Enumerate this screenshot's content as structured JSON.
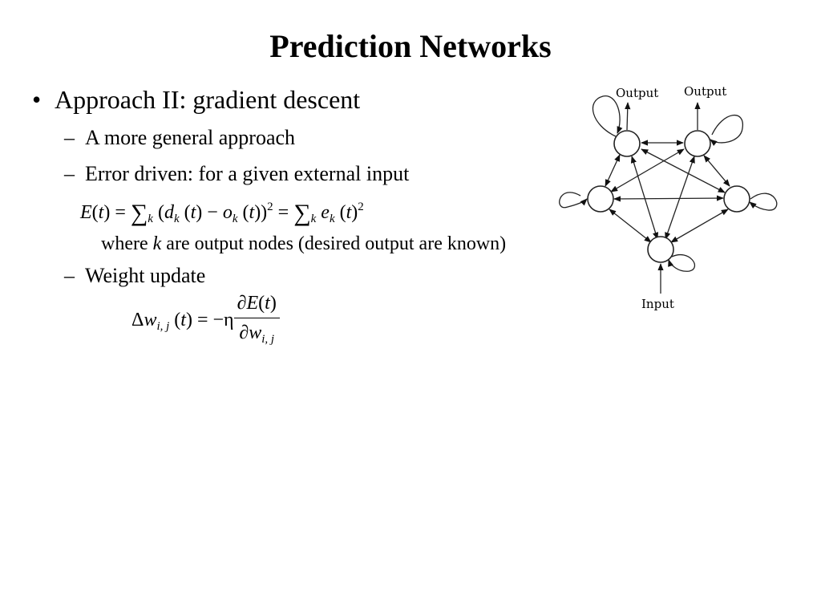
{
  "slide": {
    "title": "Prediction Networks",
    "bullet_marker": "•",
    "bullet": "Approach II: gradient descent",
    "dash": "–",
    "sub1": "A more general approach",
    "sub2": "Error driven: for a given external input",
    "note_before": "where ",
    "note_var": "k",
    "note_after": " are output  nodes (desired output  are known)",
    "sub3": "Weight update"
  },
  "equation1": {
    "E": "E",
    "t": "t",
    "eq": "=",
    "sum": "∑",
    "k": "k",
    "d": "d",
    "minus": "−",
    "o": "o",
    "two": "2",
    "e": "e"
  },
  "equation2": {
    "delta": "Δ",
    "w": "w",
    "ij": "i, j",
    "t": "t",
    "eq": "= −",
    "eta": "η",
    "partial": "∂",
    "E": "E"
  },
  "diagram": {
    "label_output_left": "Output",
    "label_output_right": "Output",
    "label_input": "Input"
  }
}
